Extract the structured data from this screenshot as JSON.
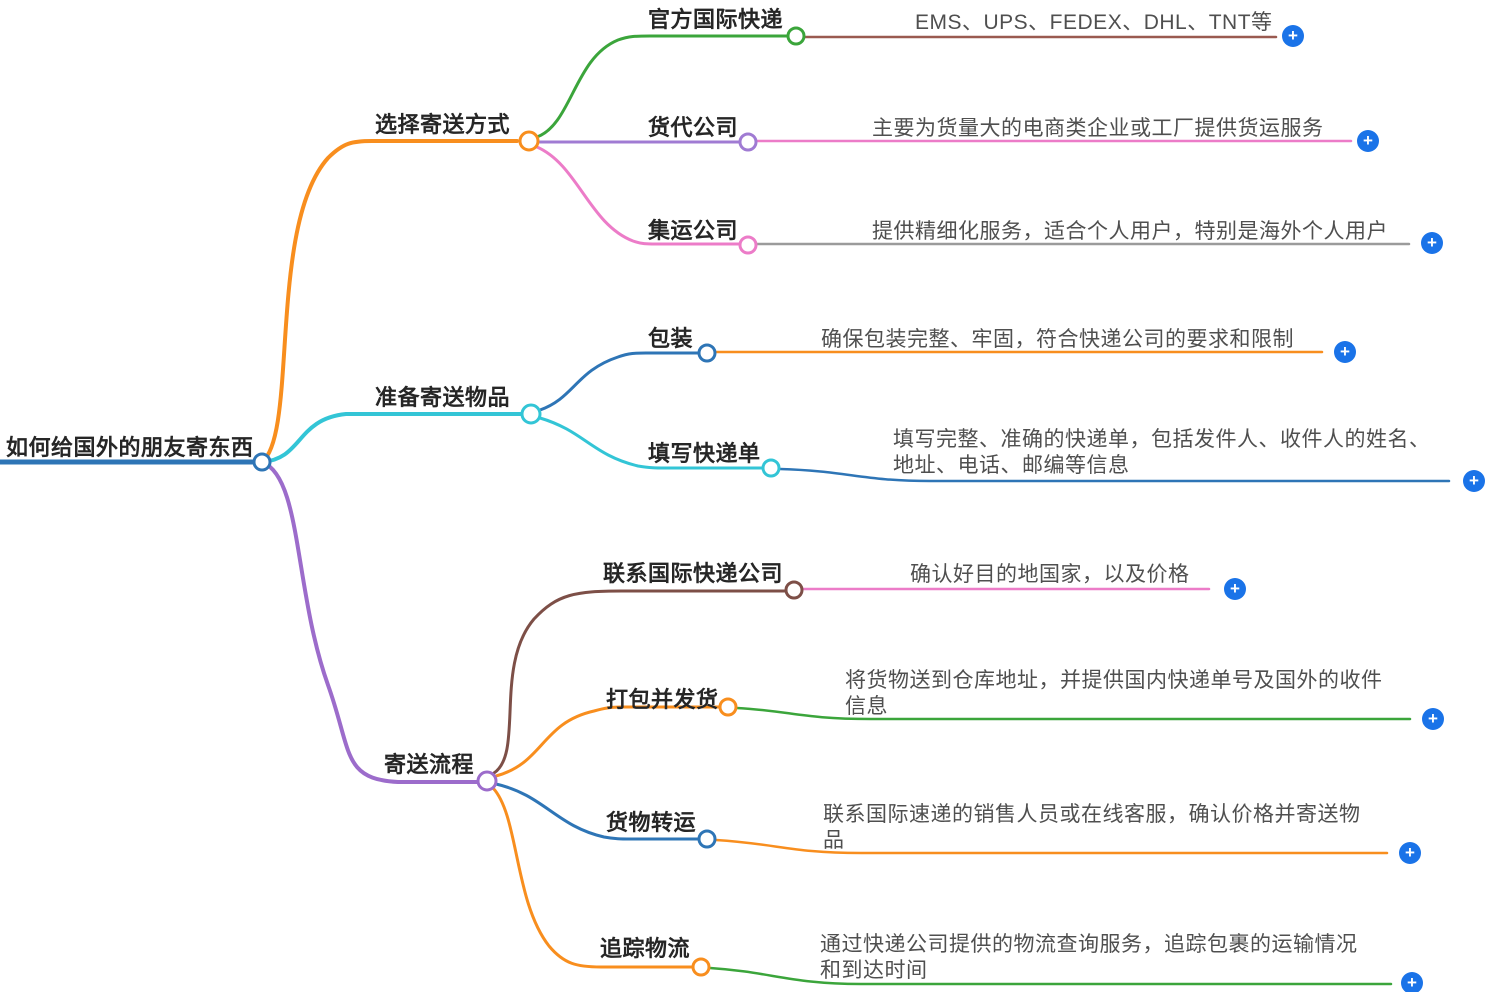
{
  "root": {
    "label": "如何给国外的朋友寄东西"
  },
  "branches": [
    {
      "label": "选择寄送方式",
      "children": [
        {
          "label": "官方国际快递",
          "desc": "EMS、UPS、FEDEX、DHL、TNT等"
        },
        {
          "label": "货代公司",
          "desc": "主要为货量大的电商类企业或工厂提供货运服务"
        },
        {
          "label": "集运公司",
          "desc": "提供精细化服务，适合个人用户，特别是海外个人用户"
        }
      ]
    },
    {
      "label": "准备寄送物品",
      "children": [
        {
          "label": "包装",
          "desc": "确保包装完整、牢固，符合快递公司的要求和限制"
        },
        {
          "label": "填写快递单",
          "desc": "填写完整、准确的快递单，包括发件人、收件人的姓名、\n地址、电话、邮编等信息"
        }
      ]
    },
    {
      "label": "寄送流程",
      "children": [
        {
          "label": "联系国际快递公司",
          "desc": "确认好目的地国家，以及价格"
        },
        {
          "label": "打包并发货",
          "desc": "将货物送到仓库地址，并提供国内快递单号及国外的收件\n信息"
        },
        {
          "label": "货物转运",
          "desc": "联系国际速递的销售人员或在线客服，确认价格并寄送物\n品"
        },
        {
          "label": "追踪物流",
          "desc": "通过快递公司提供的物流查询服务，追踪包裹的运输情况\n和到达时间"
        }
      ]
    }
  ],
  "icons": {
    "plus": "+"
  },
  "colors": {
    "root_blue": "#2E75B6",
    "orange": "#F88E1E",
    "cyan": "#33C5D6",
    "purple": "#9C6CCB",
    "green": "#3BA53B",
    "brown": "#7D4F47",
    "light_purple": "#A07BD3",
    "pink": "#EC7CC8",
    "gray": "#9B9B9B",
    "blue": "#2E75B6",
    "dark_red": "#9A5A50",
    "add_button": "#1A73E8"
  }
}
